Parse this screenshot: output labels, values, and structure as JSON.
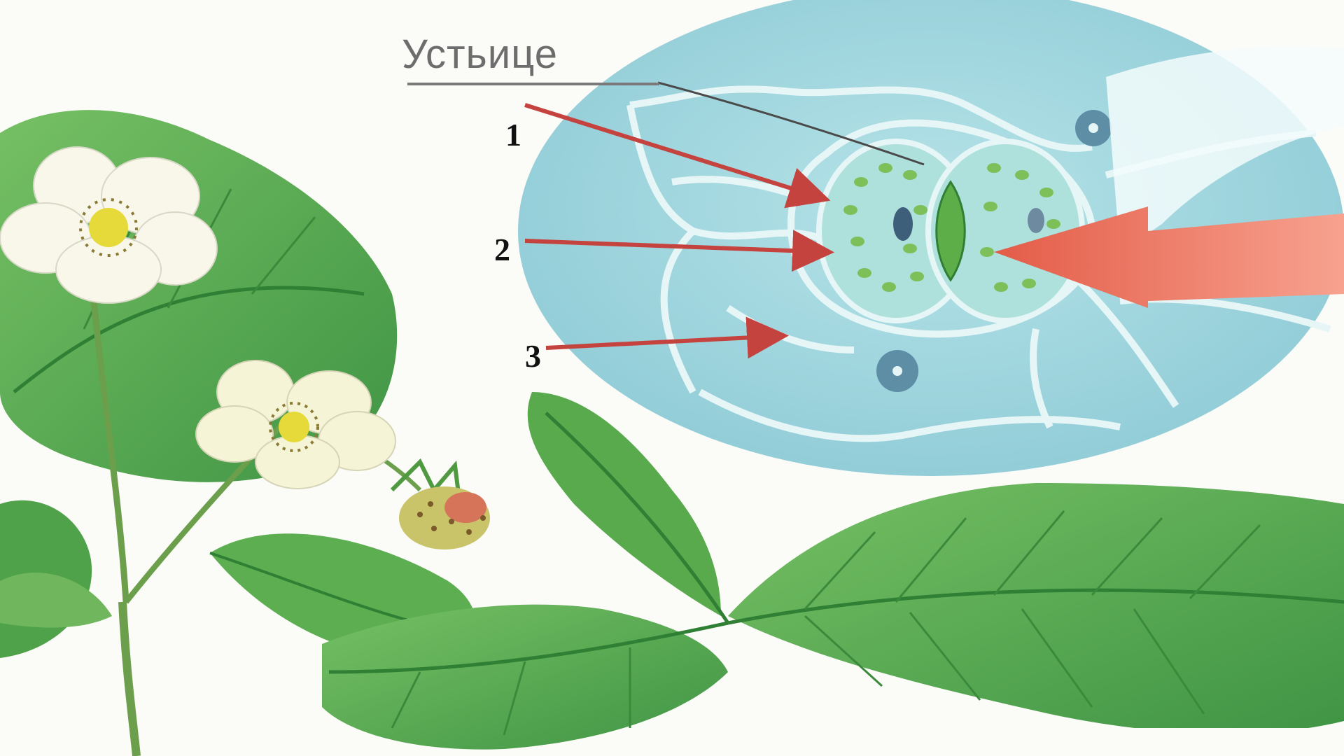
{
  "diagram": {
    "title": "Устьице",
    "labels": [
      {
        "id": "1",
        "text": "1"
      },
      {
        "id": "2",
        "text": "2"
      },
      {
        "id": "3",
        "text": "3"
      }
    ]
  },
  "colors": {
    "arrow": "#c5433f",
    "big_arrow": "#ee7763",
    "leaf": "#58ad4e",
    "leaf_dark": "#2f7f34",
    "cell_bg": "#a9dbe2",
    "cell_wall": "#e6f6f7",
    "chloroplast": "#7dc05a",
    "petal": "#f8f7ea"
  },
  "icons": [
    "strawberry-plant",
    "stoma-magnified-view"
  ]
}
